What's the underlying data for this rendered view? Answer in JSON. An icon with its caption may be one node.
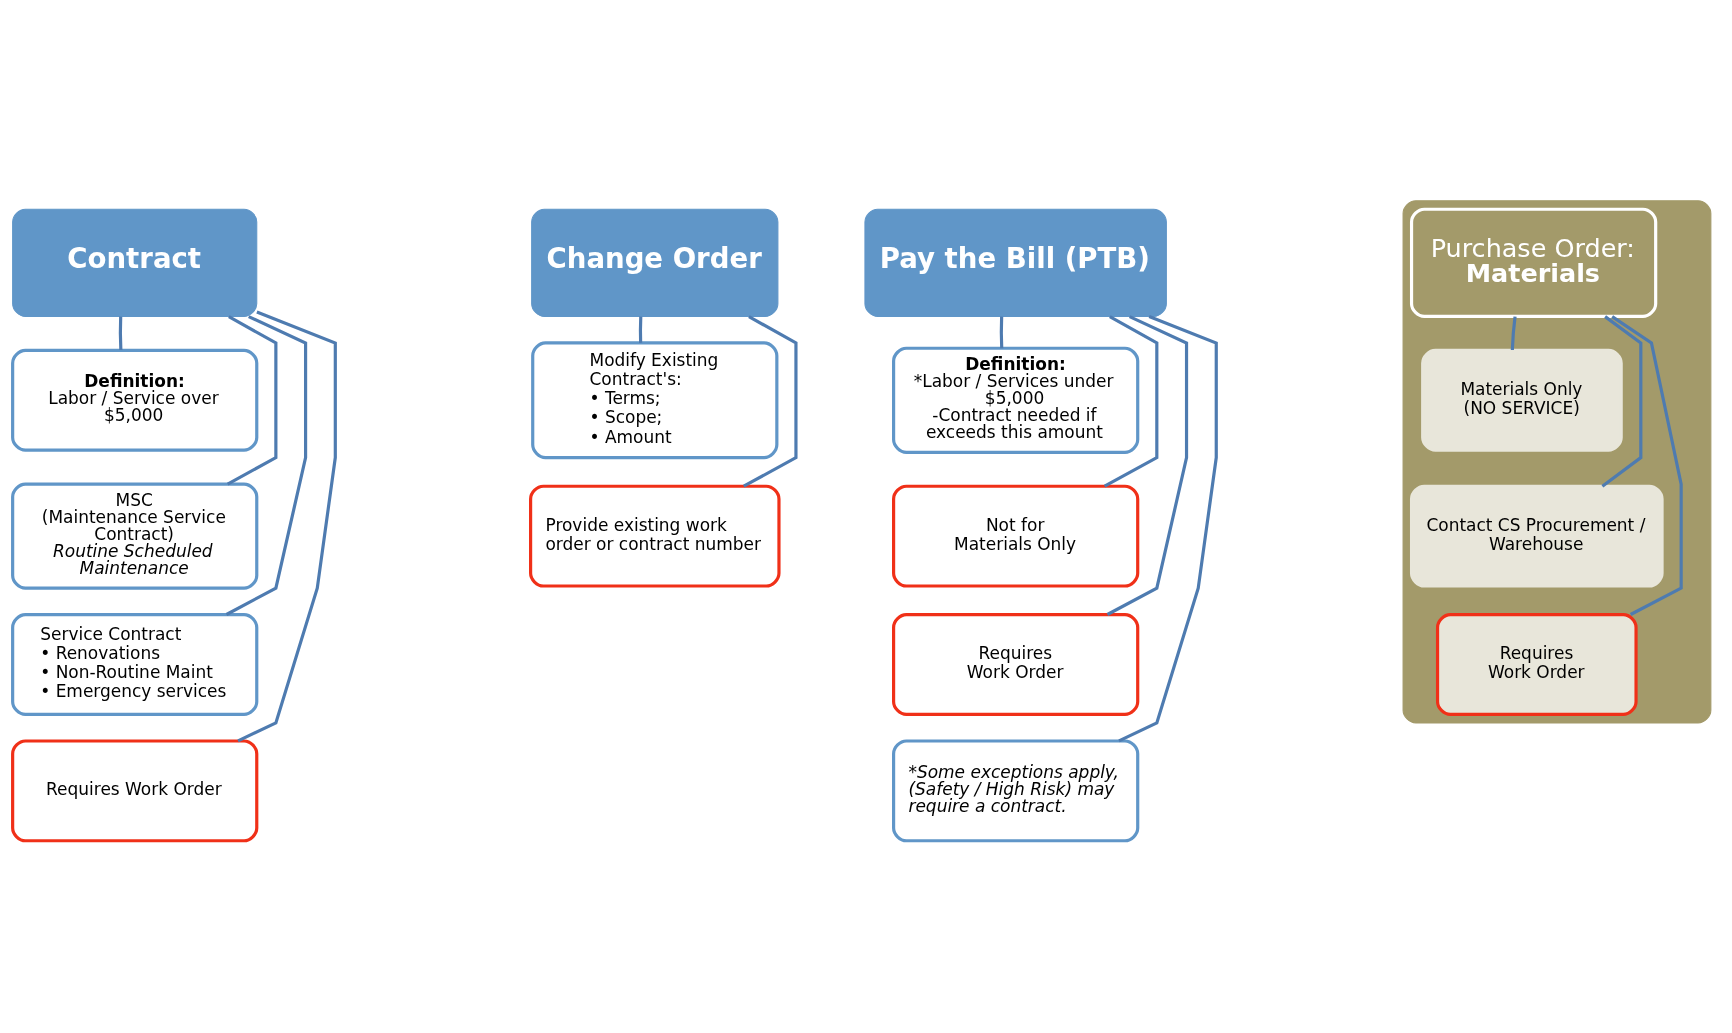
{
  "diagram": {
    "nodes": [
      {
        "text": [
          "Contract"
        ]
      },
      {
        "text": [
          "Definition:",
          "Labor / Service over $5,000"
        ]
      },
      {
        "text": [
          "MSC",
          "(Maintenance Service Contract)",
          "Routine Scheduled Maintenance"
        ]
      },
      {
        "text": [
          "Service Contract",
          "• Renovations",
          "• Non-Routine Maint",
          "• Emergency services"
        ]
      },
      {
        "text": [
          "Requires Work Order"
        ]
      },
      {
        "text": [
          "Change Order"
        ]
      },
      {
        "text": [
          "Modify Existing Contract's:",
          "• Terms;",
          "• Scope;",
          "• Amount"
        ]
      },
      {
        "text": [
          "Provide existing work order or contract number"
        ]
      },
      {
        "text": [
          "Pay the Bill (PTB)"
        ]
      },
      {
        "text": [
          "Definition:",
          "*Labor / Services under $5,000",
          "-Contract needed if exceeds this amount"
        ]
      },
      {
        "text": [
          "Not for",
          "Materials Only"
        ]
      },
      {
        "text": [
          "Requires",
          "Work Order"
        ]
      },
      {
        "text": [
          "*Some exceptions apply, (Safety / High Risk) may require a contract."
        ]
      },
      {
        "text": [],
        "shape": "box"
      },
      {
        "text": [
          "Purchase Order:",
          "Materials"
        ],
        "in": 13
      },
      {
        "text": [
          "Materials Only",
          "(NO SERVICE)"
        ],
        "in": 13
      },
      {
        "text": [
          "Contact CS Procurement / Warehouse"
        ],
        "in": 13
      },
      {
        "text": [
          "Requires",
          "Work Order"
        ],
        "in": 13
      }
    ],
    "edges": [
      {
        "from": 0,
        "to": 1,
        "arrow": "none"
      },
      {
        "from": 0,
        "to": 2,
        "arrow": "none"
      },
      {
        "from": 0,
        "to": 3,
        "arrow": "none"
      },
      {
        "from": 0,
        "to": 4,
        "arrow": "none"
      },
      {
        "from": 5,
        "to": 6,
        "arrow": "none"
      },
      {
        "from": 5,
        "to": 7,
        "arrow": "none"
      },
      {
        "from": 8,
        "to": 9,
        "arrow": "none"
      },
      {
        "from": 8,
        "to": 10,
        "arrow": "none"
      },
      {
        "from": 8,
        "to": 11,
        "arrow": "none"
      },
      {
        "from": 8,
        "to": 12,
        "arrow": "none"
      },
      {
        "from": 14,
        "to": 15,
        "arrow": "none"
      },
      {
        "from": 14,
        "to": 16,
        "arrow": "none"
      },
      {
        "from": 14,
        "to": 17,
        "arrow": "none"
      }
    ]
  }
}
